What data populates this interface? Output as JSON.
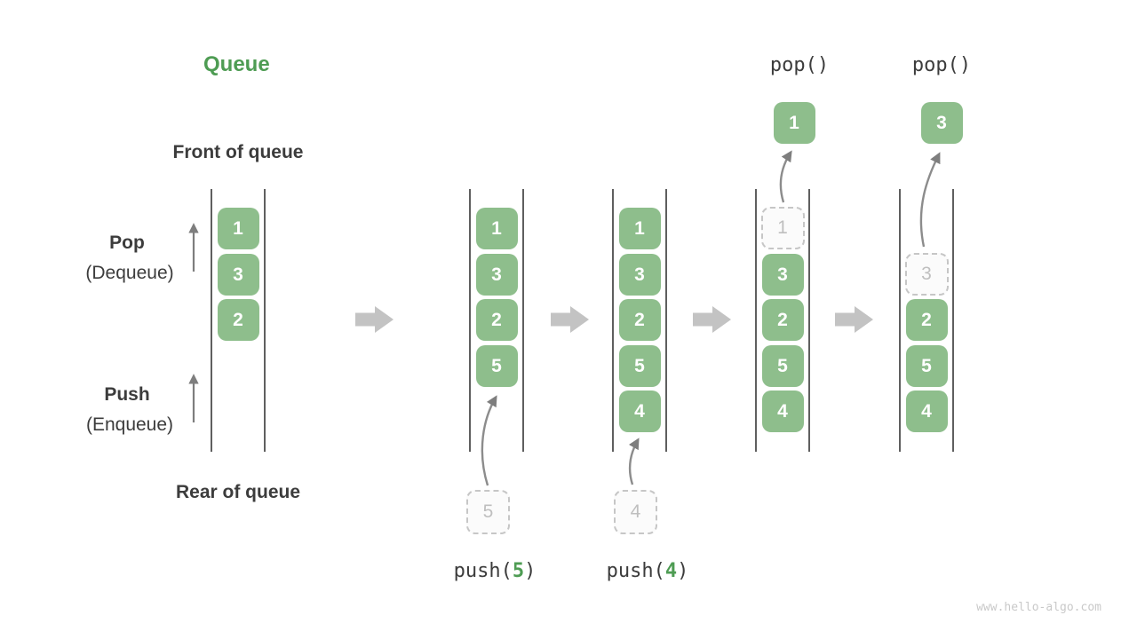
{
  "title": "Queue",
  "side_labels": {
    "front": "Front of queue",
    "rear": "Rear of queue",
    "pop_main": "Pop",
    "pop_sub": "(Dequeue)",
    "push_main": "Push",
    "push_sub": "(Enqueue)"
  },
  "watermark": "www.hello-algo.com",
  "colors": {
    "item_green": "#8EBE8C",
    "accent_green": "#4E9C53",
    "text_dark": "#3C3C3C",
    "curve_arrow_gray": "#7E7E7E",
    "block_arrow_gray": "#C3C3C3",
    "ghost_border_gray": "#C6C6C6",
    "ghost_text_gray": "#BFBFBF",
    "wall_gray": "#5F5F5F",
    "watermark_gray": "#C9C9C9"
  },
  "queues": [
    {
      "name": "state-initial",
      "items": [
        {
          "value": "1",
          "slot": 0
        },
        {
          "value": "3",
          "slot": 1
        },
        {
          "value": "2",
          "slot": 2
        }
      ]
    },
    {
      "name": "state-after-push-5",
      "items": [
        {
          "value": "1",
          "slot": 0
        },
        {
          "value": "3",
          "slot": 1
        },
        {
          "value": "2",
          "slot": 2
        },
        {
          "value": "5",
          "slot": 3
        }
      ],
      "push": {
        "value": "5",
        "label_prefix": "push(",
        "label_value": "5",
        "label_suffix": ")"
      }
    },
    {
      "name": "state-after-push-4",
      "items": [
        {
          "value": "1",
          "slot": 0
        },
        {
          "value": "3",
          "slot": 1
        },
        {
          "value": "2",
          "slot": 2
        },
        {
          "value": "5",
          "slot": 3
        },
        {
          "value": "4",
          "slot": 4
        }
      ],
      "push": {
        "value": "4",
        "label_prefix": "push(",
        "label_value": "4",
        "label_suffix": ")"
      }
    },
    {
      "name": "state-after-pop-1",
      "items": [
        {
          "value": "3",
          "slot": 1
        },
        {
          "value": "2",
          "slot": 2
        },
        {
          "value": "5",
          "slot": 3
        },
        {
          "value": "4",
          "slot": 4
        }
      ],
      "ghost": {
        "value": "1",
        "slot": 0
      },
      "pop": {
        "value": "1",
        "label": "pop()"
      }
    },
    {
      "name": "state-after-pop-3",
      "items": [
        {
          "value": "2",
          "slot": 2
        },
        {
          "value": "5",
          "slot": 3
        },
        {
          "value": "4",
          "slot": 4
        }
      ],
      "ghost": {
        "value": "3",
        "slot": 1
      },
      "pop": {
        "value": "3",
        "label": "pop()"
      }
    }
  ]
}
